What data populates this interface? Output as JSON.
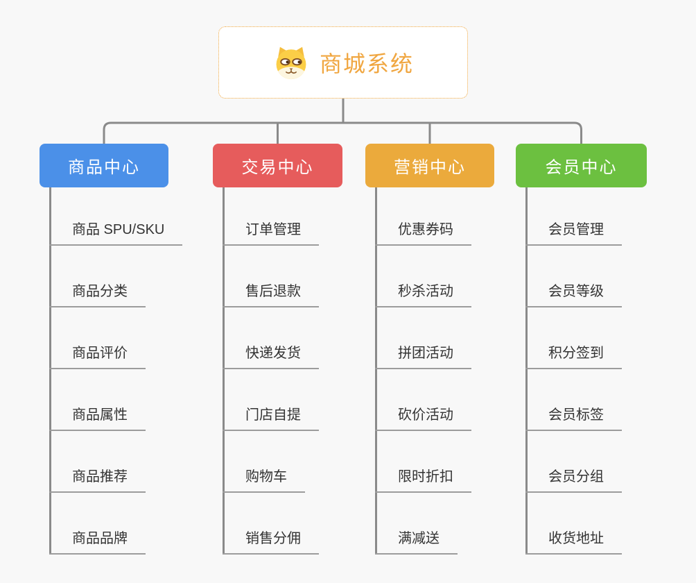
{
  "root": {
    "title": "商城系统",
    "icon": "dog-face-icon"
  },
  "branches": [
    {
      "label": "商品中心",
      "color": "#4B90E8",
      "children": [
        "商品 SPU/SKU",
        "商品分类",
        "商品评价",
        "商品属性",
        "商品推荐",
        "商品品牌"
      ]
    },
    {
      "label": "交易中心",
      "color": "#E65C5C",
      "children": [
        "订单管理",
        "售后退款",
        "快递发货",
        "门店自提",
        "购物车",
        "销售分佣"
      ]
    },
    {
      "label": "营销中心",
      "color": "#EBAA3C",
      "children": [
        "优惠券码",
        "秒杀活动",
        "拼团活动",
        "砍价活动",
        "限时折扣",
        "满减送"
      ]
    },
    {
      "label": "会员中心",
      "color": "#6CC040",
      "children": [
        "会员管理",
        "会员等级",
        "积分签到",
        "会员标签",
        "会员分组",
        "收货地址"
      ]
    }
  ],
  "colors": {
    "background": "#f8f8f8",
    "connector": "#8a8a8a",
    "leaf_underline": "#9c9c9c",
    "leaf_text": "#333333",
    "root_border": "#f0a63c",
    "root_text": "#f0a640"
  }
}
